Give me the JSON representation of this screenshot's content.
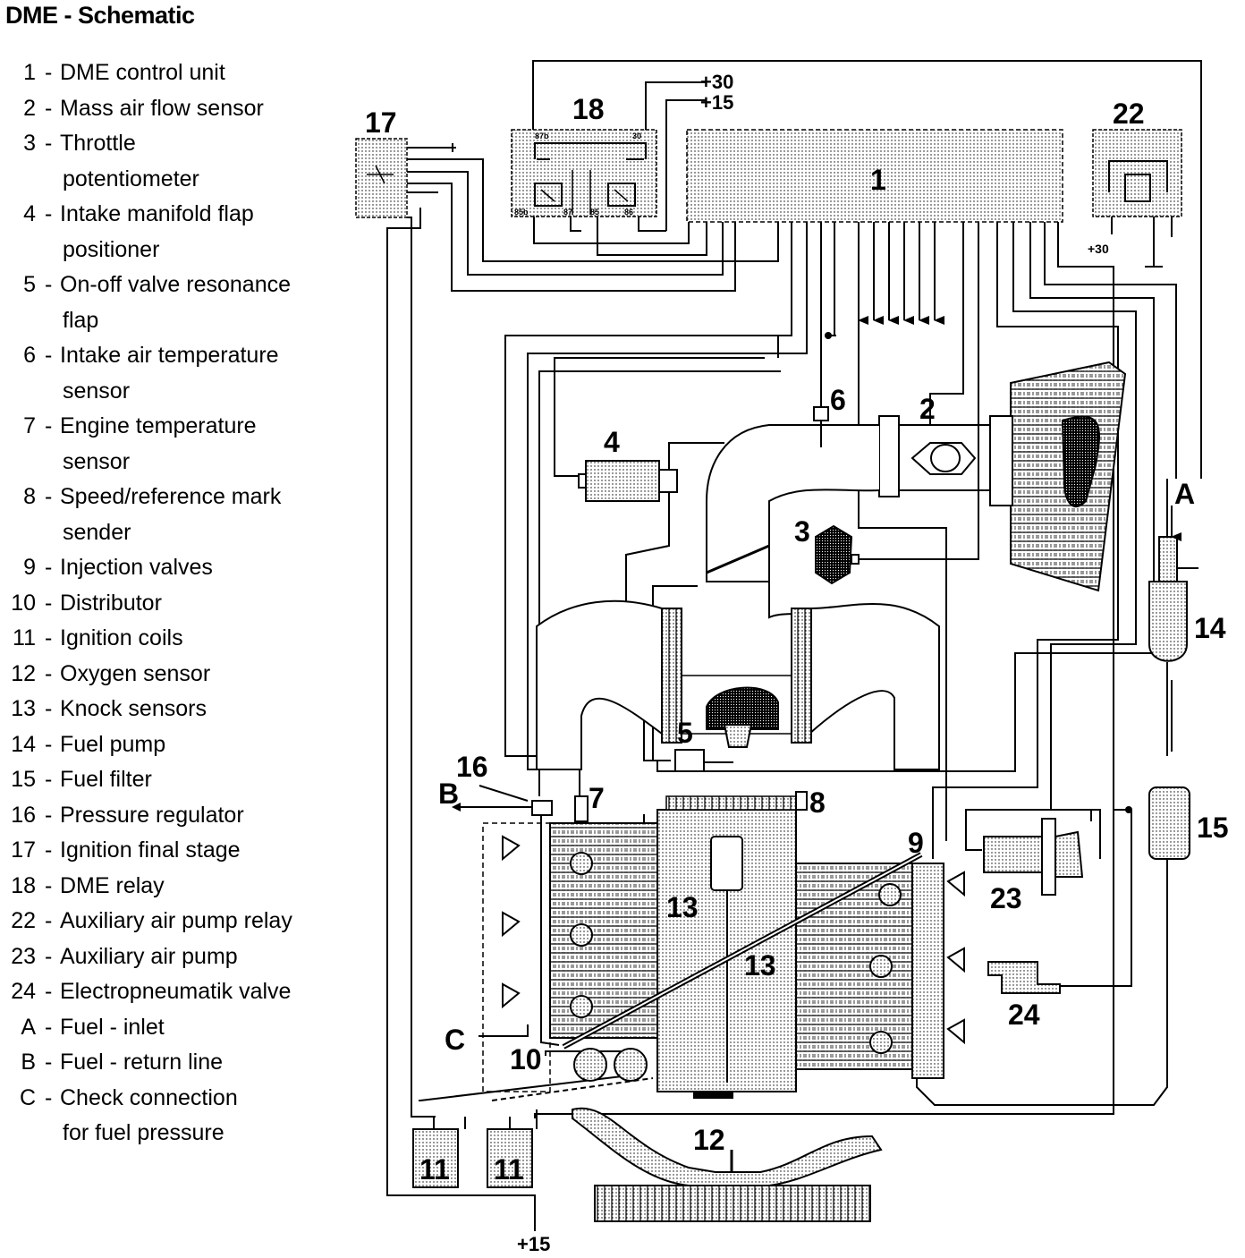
{
  "title": "DME - Schematic",
  "legend": [
    {
      "key": "1",
      "lines": [
        "DME control unit"
      ]
    },
    {
      "key": "2",
      "lines": [
        "Mass air flow sensor"
      ]
    },
    {
      "key": "3",
      "lines": [
        "Throttle",
        "potentiometer"
      ]
    },
    {
      "key": "4",
      "lines": [
        "Intake manifold flap",
        "positioner"
      ]
    },
    {
      "key": "5",
      "lines": [
        "On-off valve resonance",
        "flap"
      ]
    },
    {
      "key": "6",
      "lines": [
        "Intake air temperature",
        "sensor"
      ]
    },
    {
      "key": "7",
      "lines": [
        "Engine temperature",
        "sensor"
      ]
    },
    {
      "key": "8",
      "lines": [
        "Speed/reference mark",
        "sender"
      ]
    },
    {
      "key": "9",
      "lines": [
        "Injection valves"
      ]
    },
    {
      "key": "10",
      "lines": [
        "Distributor"
      ]
    },
    {
      "key": "11",
      "lines": [
        "Ignition coils"
      ]
    },
    {
      "key": "12",
      "lines": [
        "Oxygen sensor"
      ]
    },
    {
      "key": "13",
      "lines": [
        "Knock sensors"
      ]
    },
    {
      "key": "14",
      "lines": [
        "Fuel pump"
      ]
    },
    {
      "key": "15",
      "lines": [
        "Fuel filter"
      ]
    },
    {
      "key": "16",
      "lines": [
        "Pressure regulator"
      ]
    },
    {
      "key": "17",
      "lines": [
        "Ignition final stage"
      ]
    },
    {
      "key": "18",
      "lines": [
        "DME relay"
      ]
    },
    {
      "key": "22",
      "lines": [
        "Auxiliary air pump relay"
      ]
    },
    {
      "key": "23",
      "lines": [
        "Auxiliary air pump"
      ]
    },
    {
      "key": "24",
      "lines": [
        "Electropneumatik valve"
      ]
    },
    {
      "key": "A",
      "lines": [
        "Fuel - inlet"
      ]
    },
    {
      "key": "B",
      "lines": [
        "Fuel - return line"
      ]
    },
    {
      "key": "C",
      "lines": [
        "Check connection",
        "for fuel pressure"
      ]
    }
  ],
  "callouts": {
    "c1": "1",
    "c2": "2",
    "c3": "3",
    "c4": "4",
    "c5": "5",
    "c6": "6",
    "c7": "7",
    "c8": "8",
    "c9": "9",
    "c10": "10",
    "c11a": "11",
    "c11b": "11",
    "c12": "12",
    "c13a": "13",
    "c13b": "13",
    "c14": "14",
    "c15": "15",
    "c16": "16",
    "c17": "17",
    "c18": "18",
    "c22": "22",
    "c23": "23",
    "c24": "24",
    "cA": "A",
    "cB": "B",
    "cC": "C"
  },
  "supply": {
    "plus30": "+30",
    "plus15": "+15",
    "plus30_relay22": "+30",
    "plus15_bottom": "+15"
  },
  "relay_pins": {
    "p87b": "87b",
    "p30": "30",
    "p85b": "85b",
    "p87": "87",
    "p85": "85",
    "p86": "86"
  }
}
